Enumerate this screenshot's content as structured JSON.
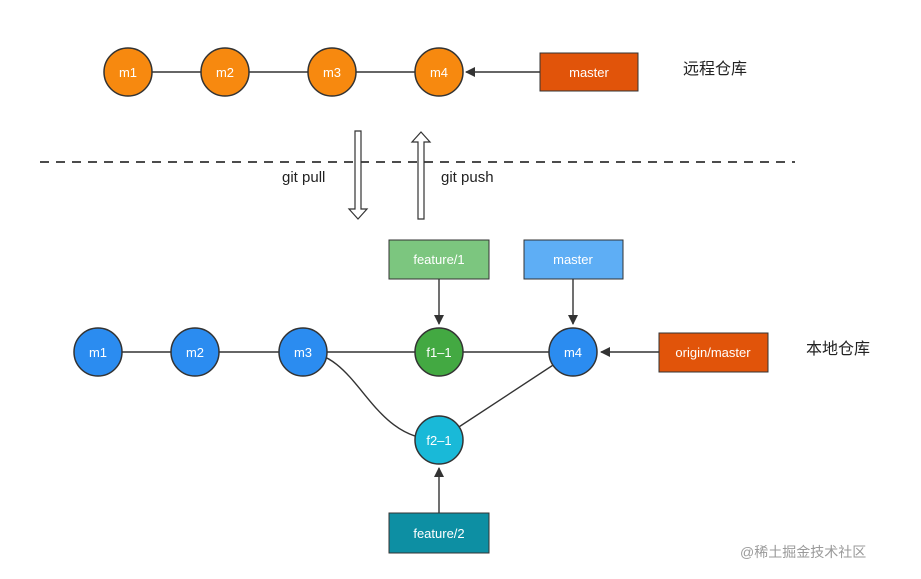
{
  "remote": {
    "title": "远程仓库",
    "commits": [
      "m1",
      "m2",
      "m3",
      "m4"
    ],
    "branch": "master"
  },
  "local": {
    "title": "本地仓库",
    "commits": [
      "m1",
      "m2",
      "m3",
      "f1–1",
      "m4",
      "f2–1"
    ],
    "branches": {
      "feature1": "feature/1",
      "master": "master",
      "origin_master": "origin/master",
      "feature2": "feature/2"
    }
  },
  "actions": {
    "pull": "git pull",
    "push": "git push"
  },
  "watermark": "@稀土掘金技术社区",
  "colors": {
    "remote_commit": "#f7890f",
    "remote_branch": "#e1540a",
    "local_commit": "#2b8cf0",
    "feature1_commit": "#43a942",
    "feature2_commit": "#19b9d8",
    "feature1_box": "#7cc67f",
    "master_box": "#5eaef5",
    "origin_box": "#e1540a",
    "feature2_box": "#0d8fa3"
  }
}
